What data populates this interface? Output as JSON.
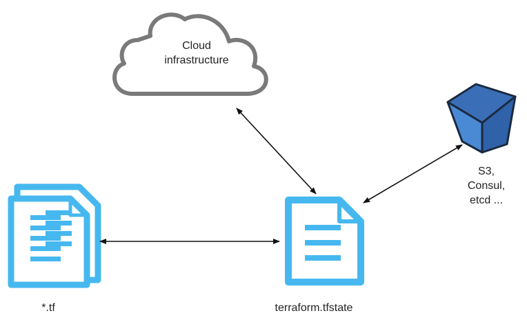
{
  "colors": {
    "doc_icon": "#46b8ef",
    "doc_fill": "#ffffff",
    "cloud_stroke": "#7a7a7a",
    "cube_top": "#3a6fb8",
    "cube_left": "#4a8ad4",
    "cube_right": "#2f62a8",
    "cube_edge": "#1b2a40",
    "arrow": "#111111"
  },
  "nodes": {
    "cloud": {
      "icon": "cloud-icon",
      "label_line1": "Cloud",
      "label_line2": "infrastructure"
    },
    "storage": {
      "icon": "bucket-cube-icon",
      "label_line1": "S3,",
      "label_line2": "Consul,",
      "label_line3": "etcd ..."
    },
    "tf_files": {
      "icon": "documents-icon",
      "label": "*.tf"
    },
    "tfstate": {
      "icon": "document-icon",
      "label": "terraform.tfstate"
    }
  },
  "edges": [
    {
      "from": "cloud",
      "to": "tfstate",
      "direction": "both"
    },
    {
      "from": "tfstate",
      "to": "storage",
      "direction": "both"
    },
    {
      "from": "tf_files",
      "to": "tfstate",
      "direction": "both"
    }
  ]
}
